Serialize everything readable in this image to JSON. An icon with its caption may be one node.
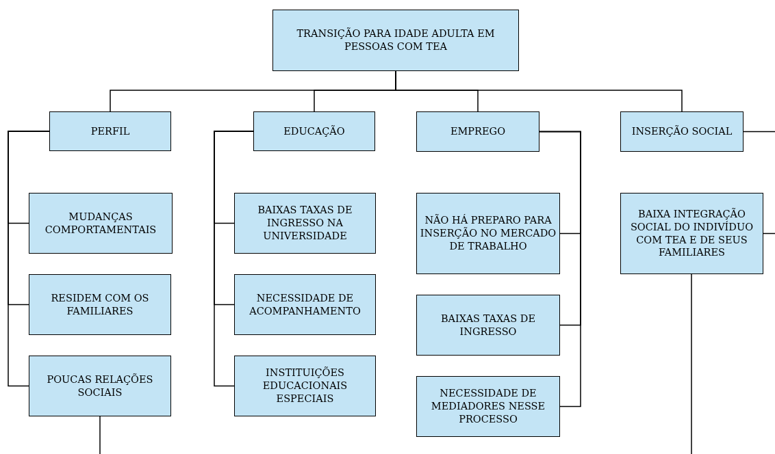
{
  "diagram": {
    "nodes": [
      {
        "text": [
          "TRANSIÇÃO PARA IDADE ADULTA EM PESSOAS COM TEA"
        ]
      },
      {
        "text": [
          "PERFIL"
        ]
      },
      {
        "text": [
          "EDUCAÇÃO"
        ]
      },
      {
        "text": [
          "EMPREGO"
        ]
      },
      {
        "text": [
          "INSERÇÃO SOCIAL"
        ]
      },
      {
        "text": [
          "MUDANÇAS COMPORTAMENTAIS"
        ]
      },
      {
        "text": [
          "RESIDEM COM OS FAMILIARES"
        ]
      },
      {
        "text": [
          "POUCAS RELAÇÕES SOCIAIS"
        ]
      },
      {
        "text": [
          "BAIXAS TAXAS DE INGRESSO NA UNIVERSIDADE"
        ]
      },
      {
        "text": [
          "NECESSIDADE DE ACOMPANHAMENTO"
        ]
      },
      {
        "text": [
          "INSTITUIÇÕES EDUCACIONAIS ESPECIAIS"
        ]
      },
      {
        "text": [
          "NÃO HÁ PREPARO PARA INSERÇÃO NO MERCADO DE TRABALHO"
        ]
      },
      {
        "text": [
          "BAIXAS TAXAS DE INGRESSO"
        ]
      },
      {
        "text": [
          "NECESSIDADE DE MEDIADORES NESSE PROCESSO"
        ]
      },
      {
        "text": [
          "BAIXA INTEGRAÇÃO SOCIAL DO INDIVÍDUO COM TEA E DE SEUS FAMILIARES"
        ]
      }
    ],
    "edges": [
      {
        "from": 0,
        "to": 1,
        "arrow": "none"
      },
      {
        "from": 0,
        "to": 2,
        "arrow": "none"
      },
      {
        "from": 0,
        "to": 3,
        "arrow": "none"
      },
      {
        "from": 0,
        "to": 4,
        "arrow": "none"
      },
      {
        "from": 1,
        "to": 5,
        "arrow": "none"
      },
      {
        "from": 1,
        "to": 6,
        "arrow": "none"
      },
      {
        "from": 1,
        "to": 7,
        "arrow": "none"
      },
      {
        "from": 2,
        "to": 8,
        "arrow": "none"
      },
      {
        "from": 2,
        "to": 9,
        "arrow": "none"
      },
      {
        "from": 2,
        "to": 10,
        "arrow": "none"
      },
      {
        "from": 3,
        "to": 11,
        "arrow": "none"
      },
      {
        "from": 3,
        "to": 12,
        "arrow": "none"
      },
      {
        "from": 3,
        "to": 13,
        "arrow": "none"
      },
      {
        "from": 4,
        "to": null,
        "arrow": "none"
      },
      {
        "from": 14,
        "to": null,
        "arrow": "none"
      },
      {
        "from": 7,
        "to": null,
        "arrow": "none"
      },
      {
        "from": 14,
        "to": null,
        "arrow": "none"
      }
    ]
  }
}
